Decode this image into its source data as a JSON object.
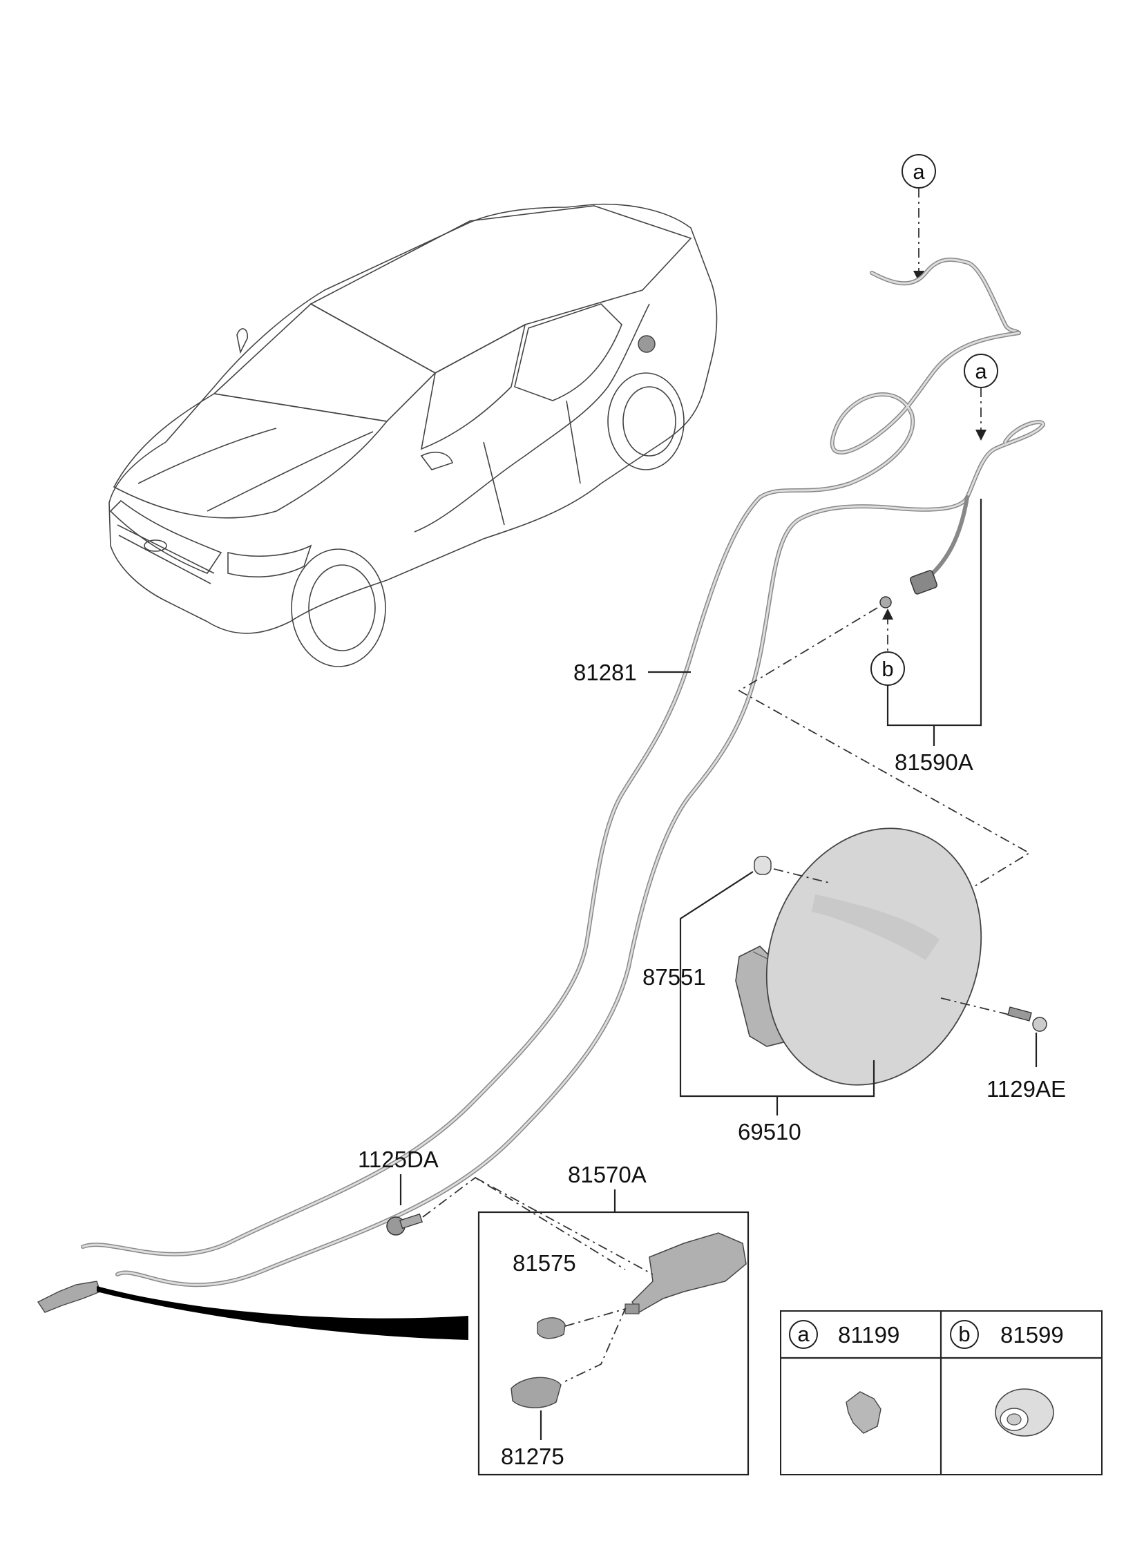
{
  "labels": {
    "cable_81281": "81281",
    "cable_assy": "81590A",
    "fuel_door": "69510",
    "bumper": "87551",
    "screw_door": "1129AE",
    "bolt": "1125DA",
    "actuator_assy": "81570A",
    "knob_81575": "81575",
    "knob_81275": "81275"
  },
  "callouts": {
    "a": "a",
    "b": "b"
  },
  "legend": {
    "a_key": "a",
    "a_part": "81199",
    "b_key": "b",
    "b_part": "81599"
  }
}
